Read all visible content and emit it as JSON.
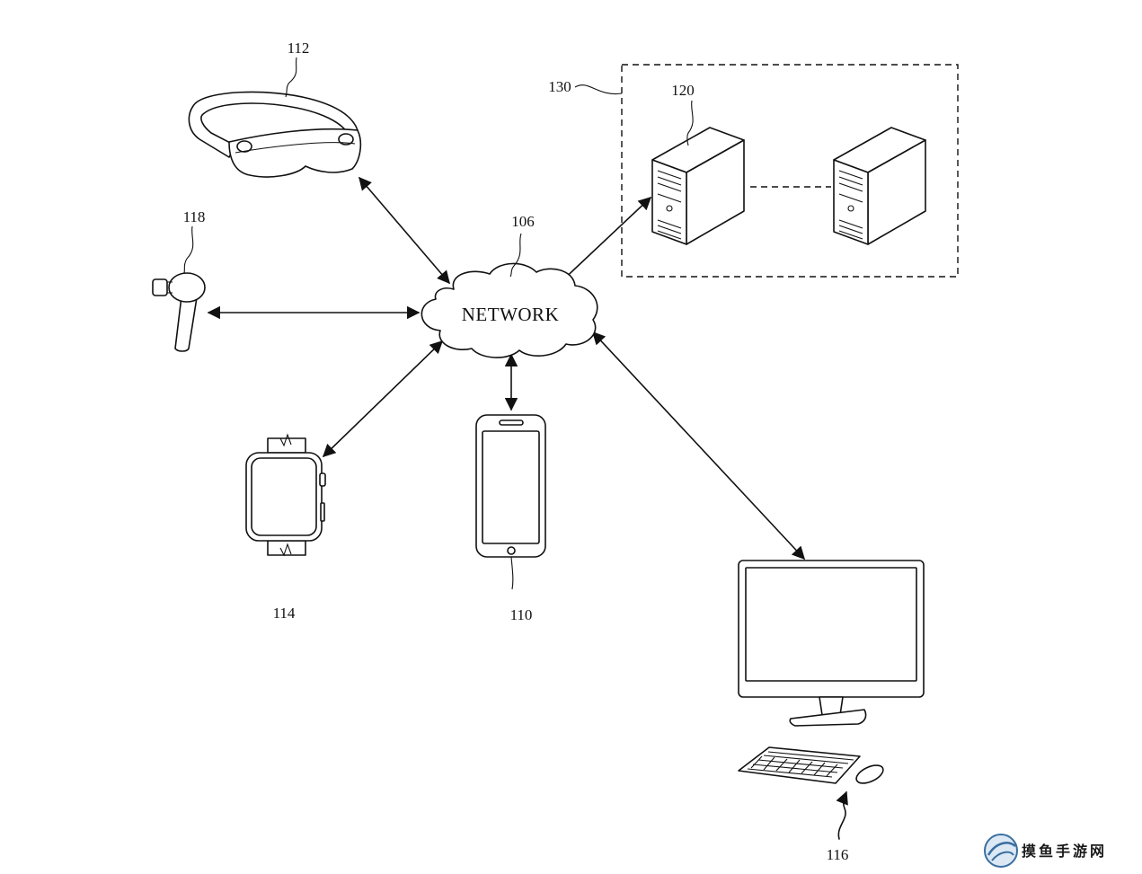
{
  "network": {
    "label": "NETWORK",
    "ref": "106"
  },
  "devices": {
    "headset": {
      "ref": "112"
    },
    "earbud": {
      "ref": "118"
    },
    "watch": {
      "ref": "114"
    },
    "phone": {
      "ref": "110"
    },
    "desktop": {
      "ref": "116"
    }
  },
  "server_group": {
    "ref": "130",
    "server_ref": "120"
  },
  "watermark": {
    "text": "摸鱼手游网"
  }
}
